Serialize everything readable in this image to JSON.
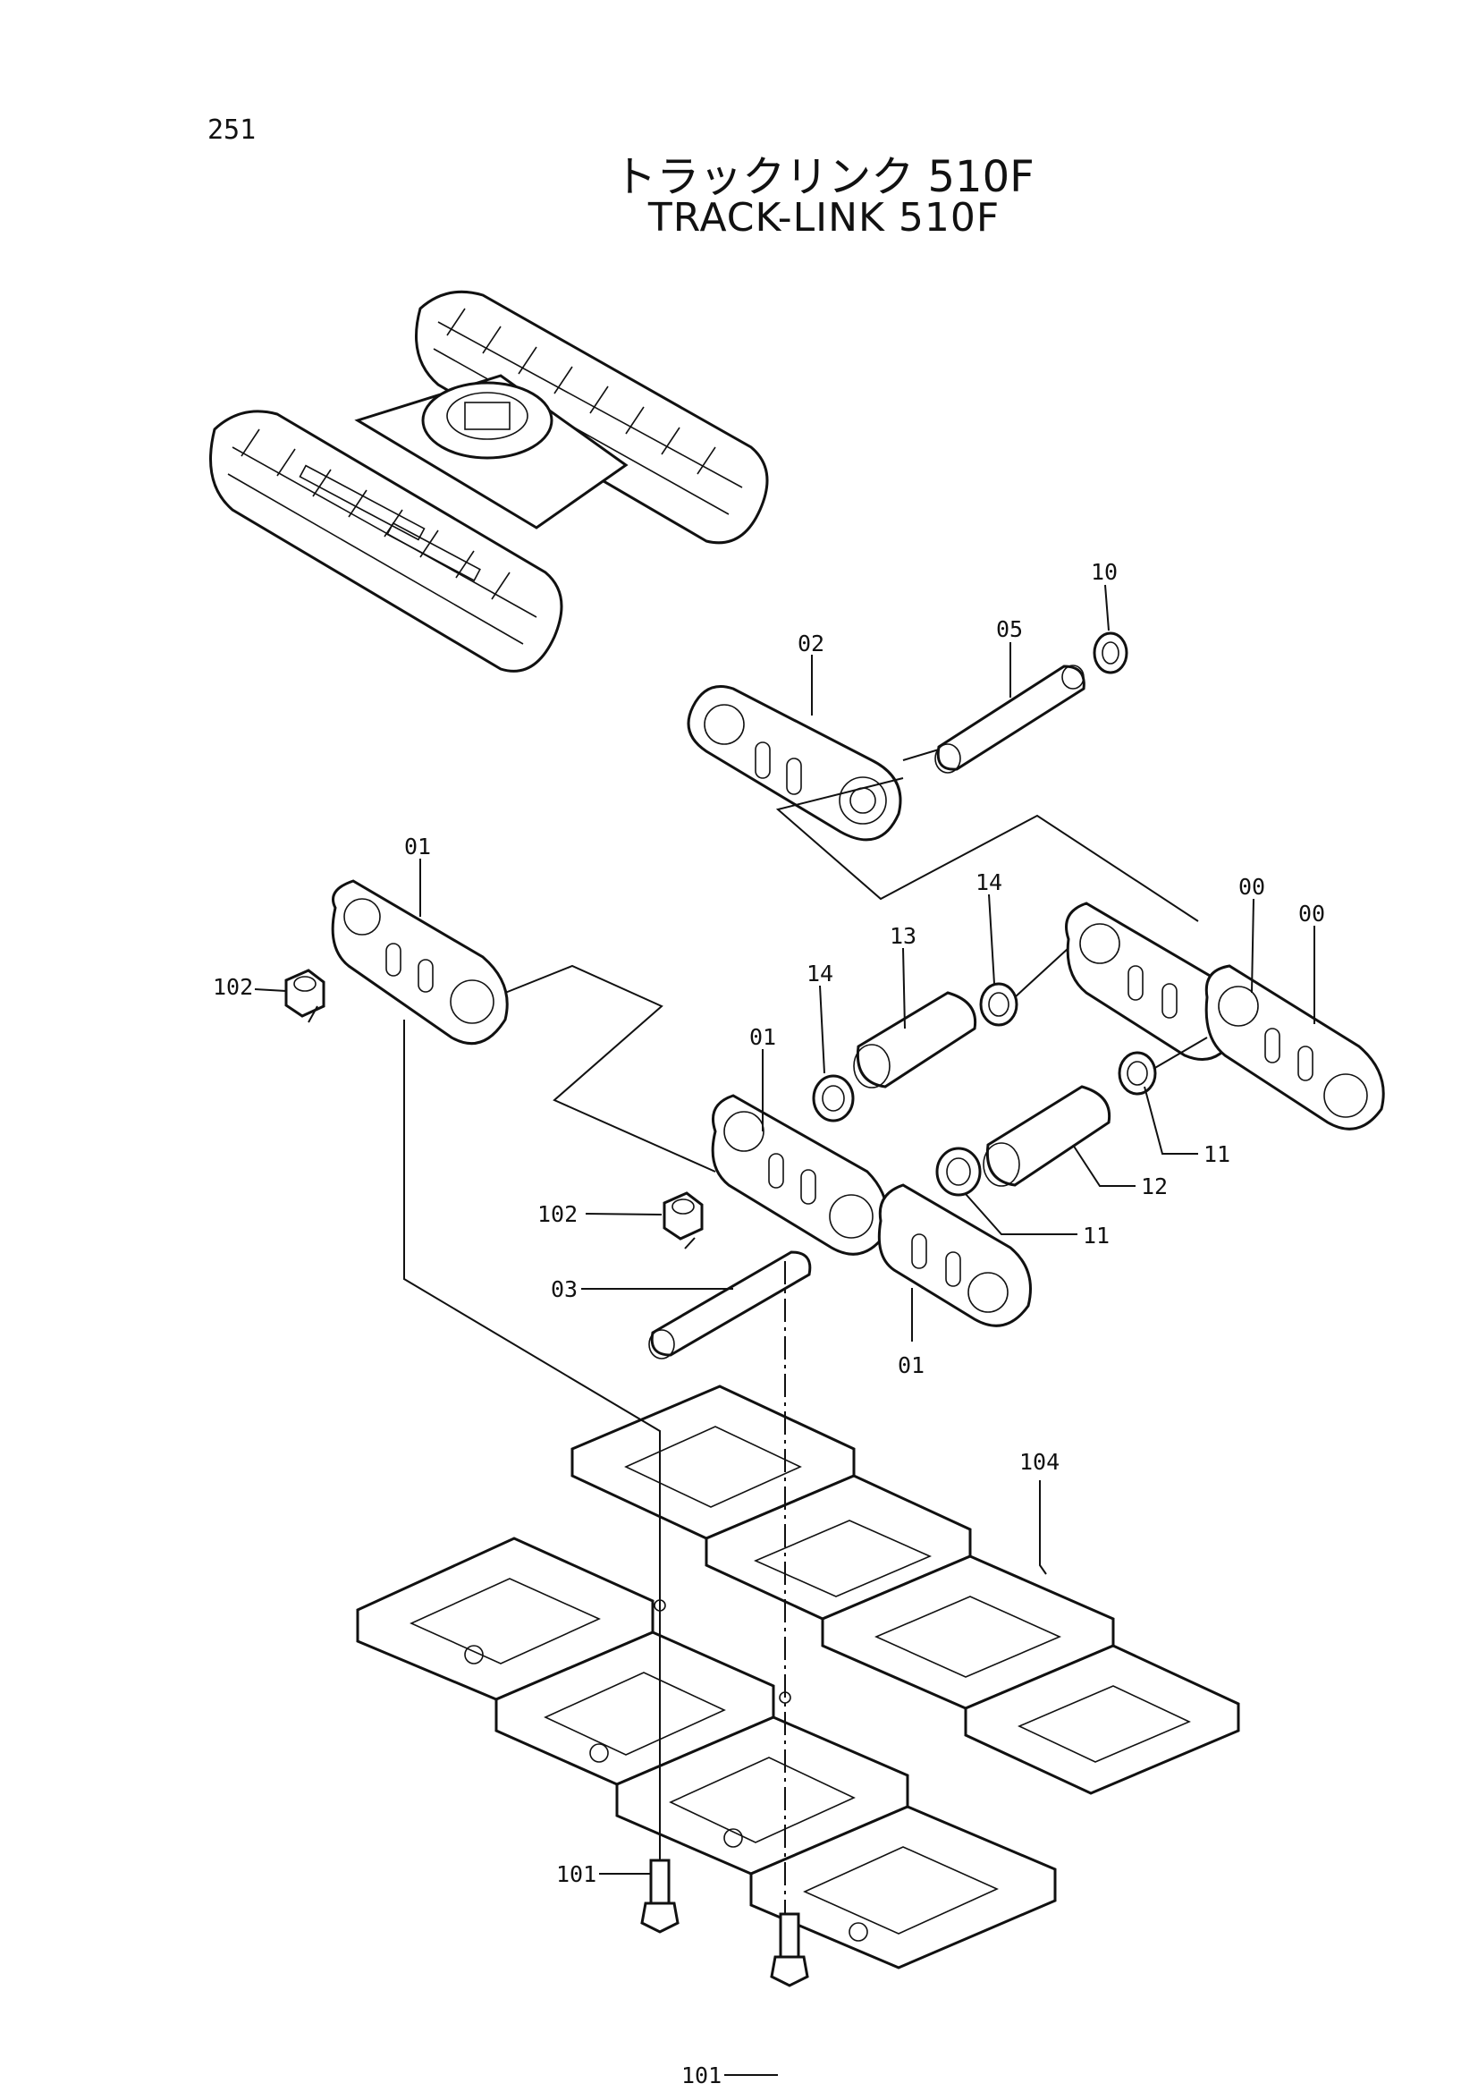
{
  "page_number": "251",
  "title_jp": "トラックリンク 510F",
  "title_en": "TRACK-LINK 510F",
  "callouts": {
    "c10": "10",
    "c05": "05",
    "c02": "02",
    "c01_top": "01",
    "c14_a": "14",
    "c00_a": "00",
    "c00_b": "00",
    "c13": "13",
    "c14_b": "14",
    "c01_mid": "01",
    "c102_a": "102",
    "c102_b": "102",
    "c11_a": "11",
    "c12": "12",
    "c11_b": "11",
    "c03": "03",
    "c01_low": "01",
    "c104": "104",
    "c101_a": "101",
    "c101_b": "101"
  }
}
